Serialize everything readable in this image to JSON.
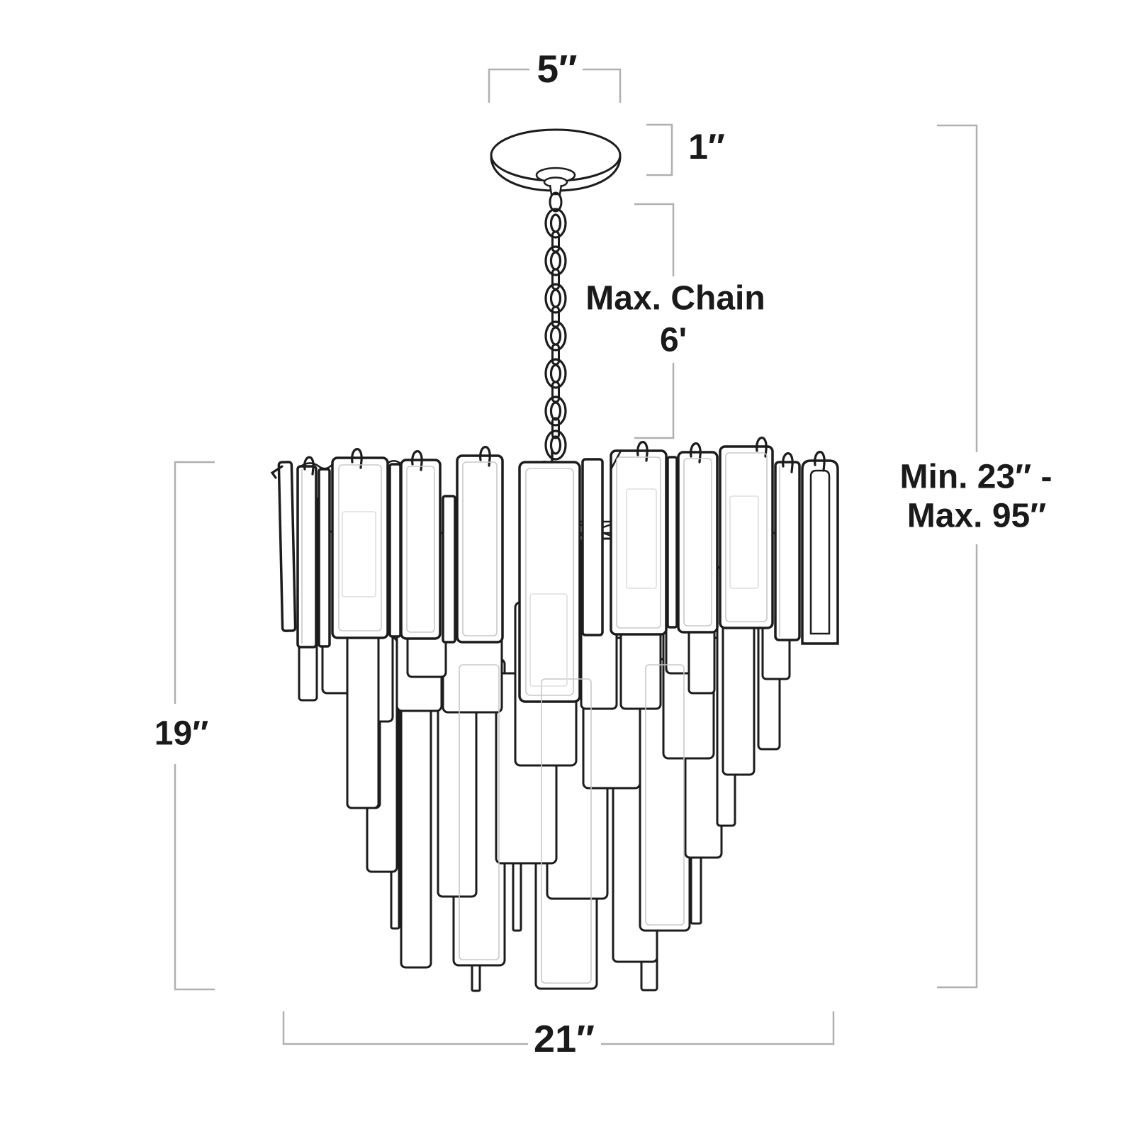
{
  "diagram": {
    "title": "chandelier-dimension-line-drawing",
    "labels": {
      "canopy_width": "5″",
      "canopy_height": "1″",
      "max_chain_line1": "Max. Chain",
      "max_chain_line2": "6'",
      "overall_height_line1": "Min. 23″ -",
      "overall_height_line2": "Max. 95″",
      "body_height": "19″",
      "body_width": "21″"
    },
    "colors": {
      "background": "#ffffff",
      "drawing_line": "#1c1c1c",
      "detail_line": "#c8c8c8",
      "dimension_line": "#b0b0b0",
      "label_text": "#1a1a1a"
    }
  }
}
